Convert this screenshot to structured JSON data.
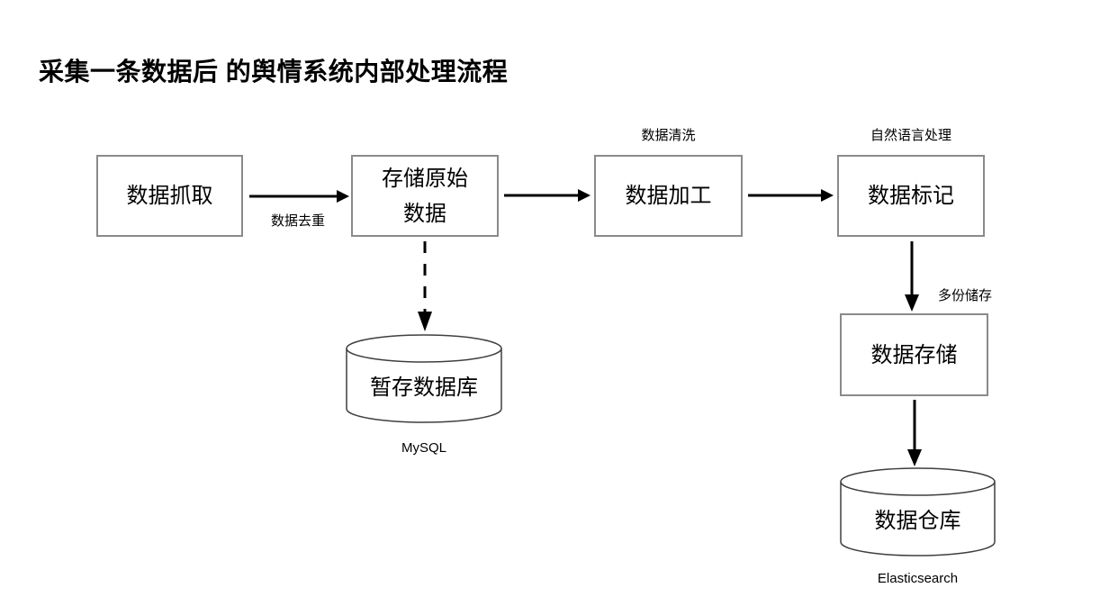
{
  "title": "采集一条数据后 的舆情系统内部处理流程",
  "nodes": {
    "data_scraping": {
      "label": "数据抓取"
    },
    "store_raw_data": {
      "label": "存储原始\n数据"
    },
    "data_processing": {
      "label": "数据加工",
      "annotation": "数据清洗"
    },
    "data_tagging": {
      "label": "数据标记",
      "annotation": "自然语言处理"
    },
    "temp_database": {
      "label": "暂存数据库",
      "caption": "MySQL"
    },
    "data_storage": {
      "label": "数据存储"
    },
    "data_warehouse": {
      "label": "数据仓库",
      "caption": "Elasticsearch"
    }
  },
  "edge_labels": {
    "dedup": "数据去重",
    "multi_copy": "多份储存"
  },
  "colors": {
    "background": "#ffffff",
    "box_border": "#8a8a8a",
    "cylinder_border": "#3f3f3f",
    "arrow": "#000000",
    "text": "#000000"
  }
}
